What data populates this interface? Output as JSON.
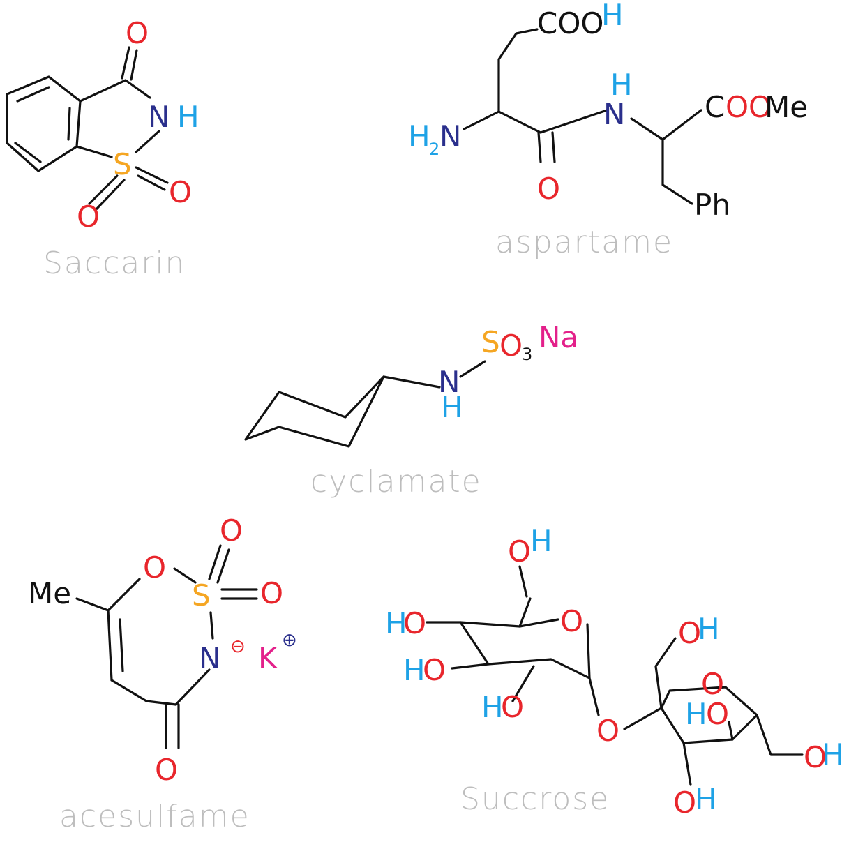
{
  "colors": {
    "bond": "#111111",
    "oxygen": "#e8262c",
    "nitrogen": "#2a2f8c",
    "hydrogen": "#1ea2e6",
    "sulfur": "#f5a623",
    "metal": "#e3208a",
    "name": "#bdbdbd"
  },
  "molecules": {
    "saccarin": {
      "name": "Saccarin",
      "o_top": "O",
      "n": "N",
      "h": "H",
      "s": "S",
      "o_left": "O",
      "o_right": "O"
    },
    "aspartame": {
      "name": "aspartame",
      "coo": "COO",
      "cooh_h": "H",
      "h2n_h": "H",
      "h2n_sub": "2",
      "h2n_n": "N",
      "amide_o": "O",
      "nh_n": "N",
      "nh_h": "H",
      "coome_c": "C",
      "coome_oo": "OO",
      "coome_me": "Me",
      "ph": "Ph"
    },
    "cyclamate": {
      "name": "cyclamate",
      "s": "S",
      "o": "O",
      "sub3": "3",
      "na": "Na",
      "n": "N",
      "h": "H"
    },
    "acesulfame": {
      "name": "acesulfame",
      "me": "Me",
      "o_ring": "O",
      "s": "S",
      "o_top": "O",
      "o_right": "O",
      "n": "N",
      "n_charge": "⊖",
      "k": "K",
      "k_charge": "⊕",
      "o_carbonyl": "O"
    },
    "succrose": {
      "name": "Succrose",
      "oh1_o": "O",
      "oh1_h": "H",
      "ho1_h": "H",
      "ho1_o": "O",
      "ho2_h": "H",
      "ho2_o": "O",
      "ho3_h": "H",
      "ho3_o": "O",
      "ring_o_glc": "O",
      "bridge_o": "O",
      "ring_o_fru": "O",
      "oh2_o": "O",
      "oh2_h": "H",
      "ho4_h": "H",
      "ho4_o": "O",
      "oh3_o": "O",
      "oh3_h": "H",
      "oh4_o": "O",
      "oh4_h": "H"
    }
  }
}
